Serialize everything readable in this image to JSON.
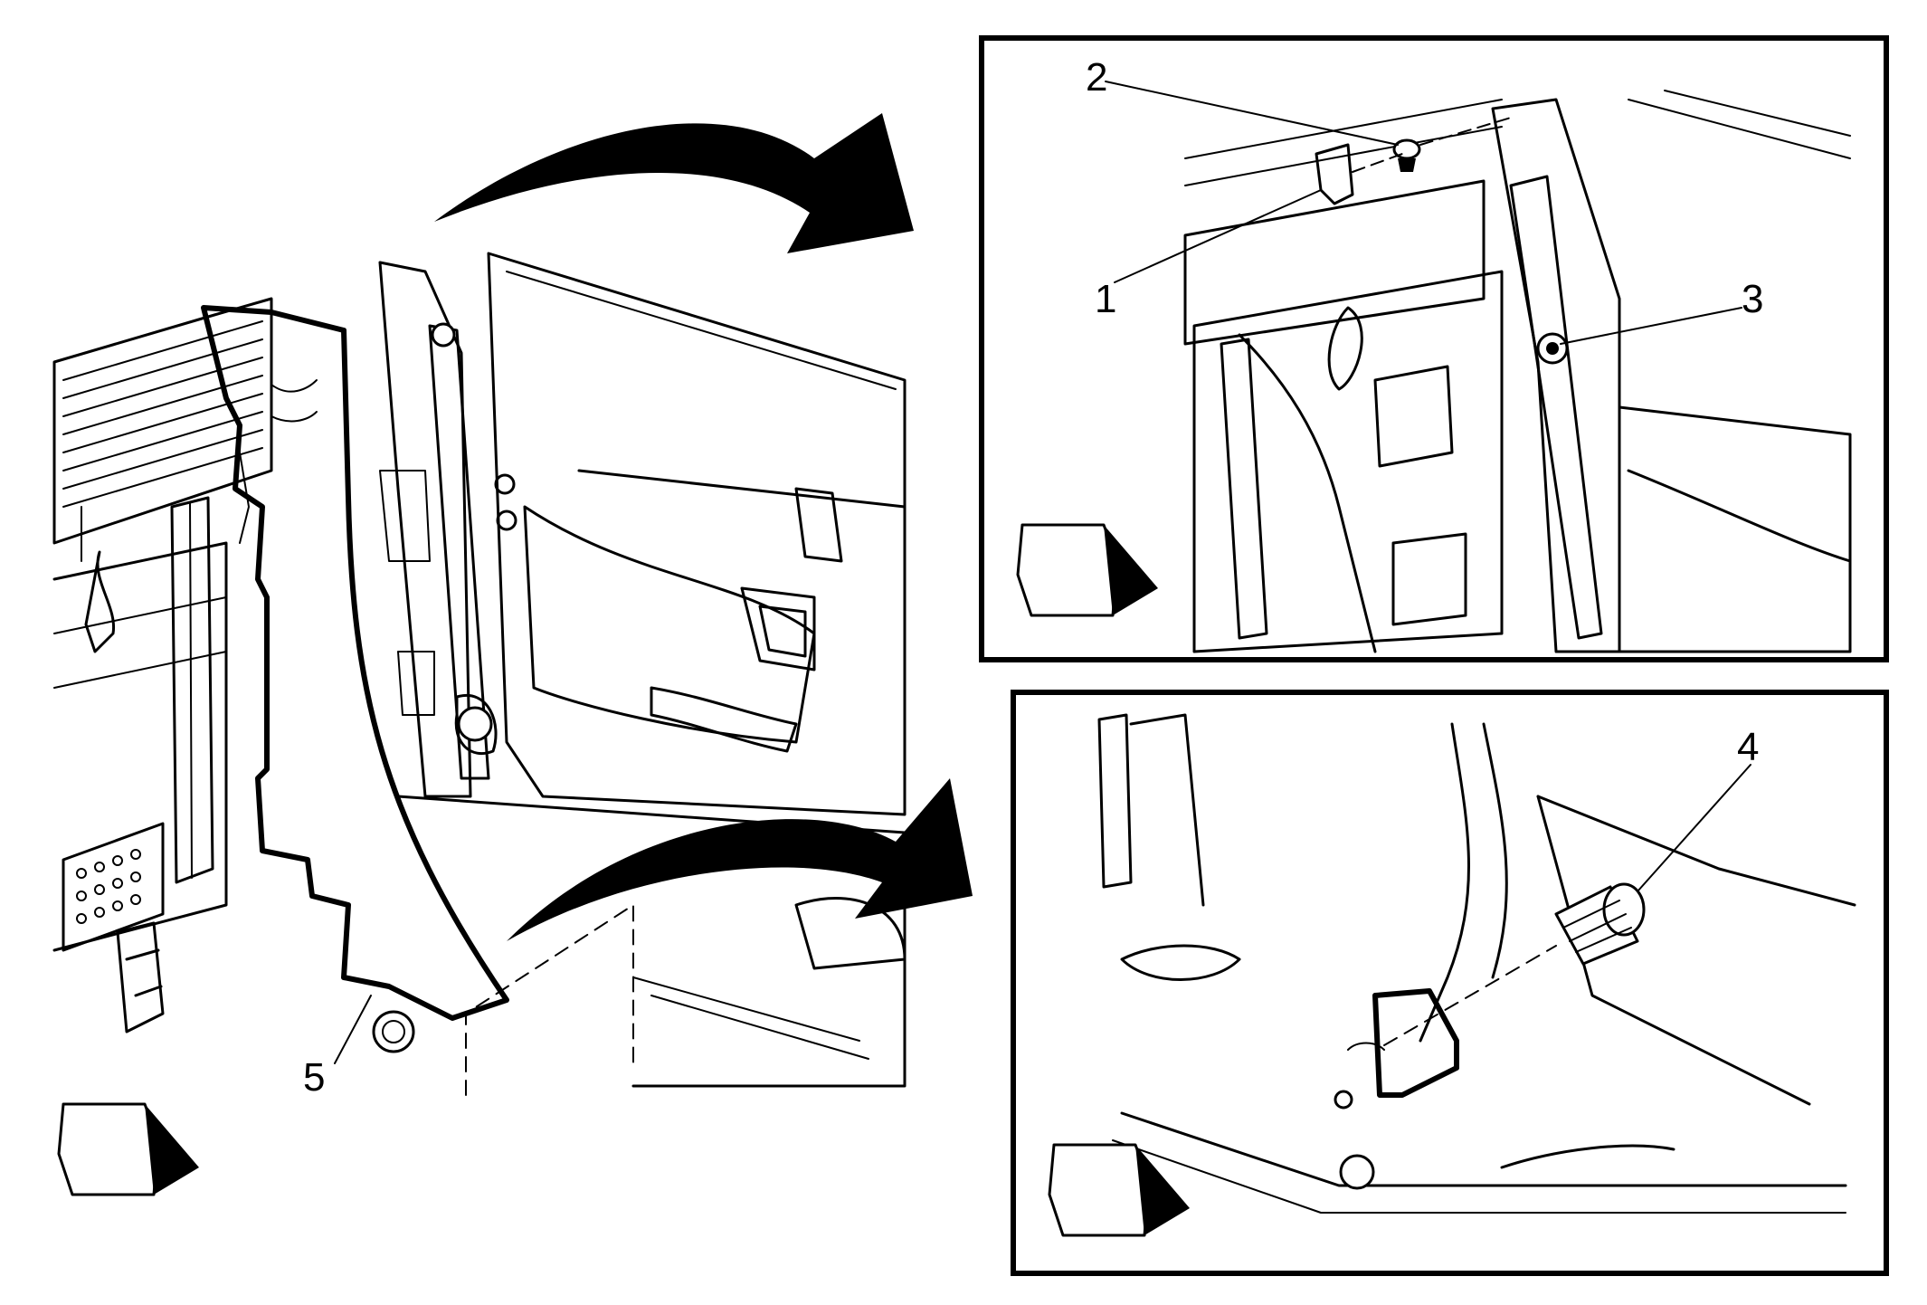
{
  "diagram": {
    "callouts": [
      {
        "id": "1",
        "text": "1"
      },
      {
        "id": "2",
        "text": "2"
      },
      {
        "id": "3",
        "text": "3"
      },
      {
        "id": "4",
        "text": "4"
      },
      {
        "id": "5",
        "text": "5"
      }
    ],
    "panels": [
      "main-view",
      "detail-upper",
      "detail-lower"
    ],
    "colors": {
      "ink": "#000000",
      "paper": "#ffffff"
    }
  }
}
